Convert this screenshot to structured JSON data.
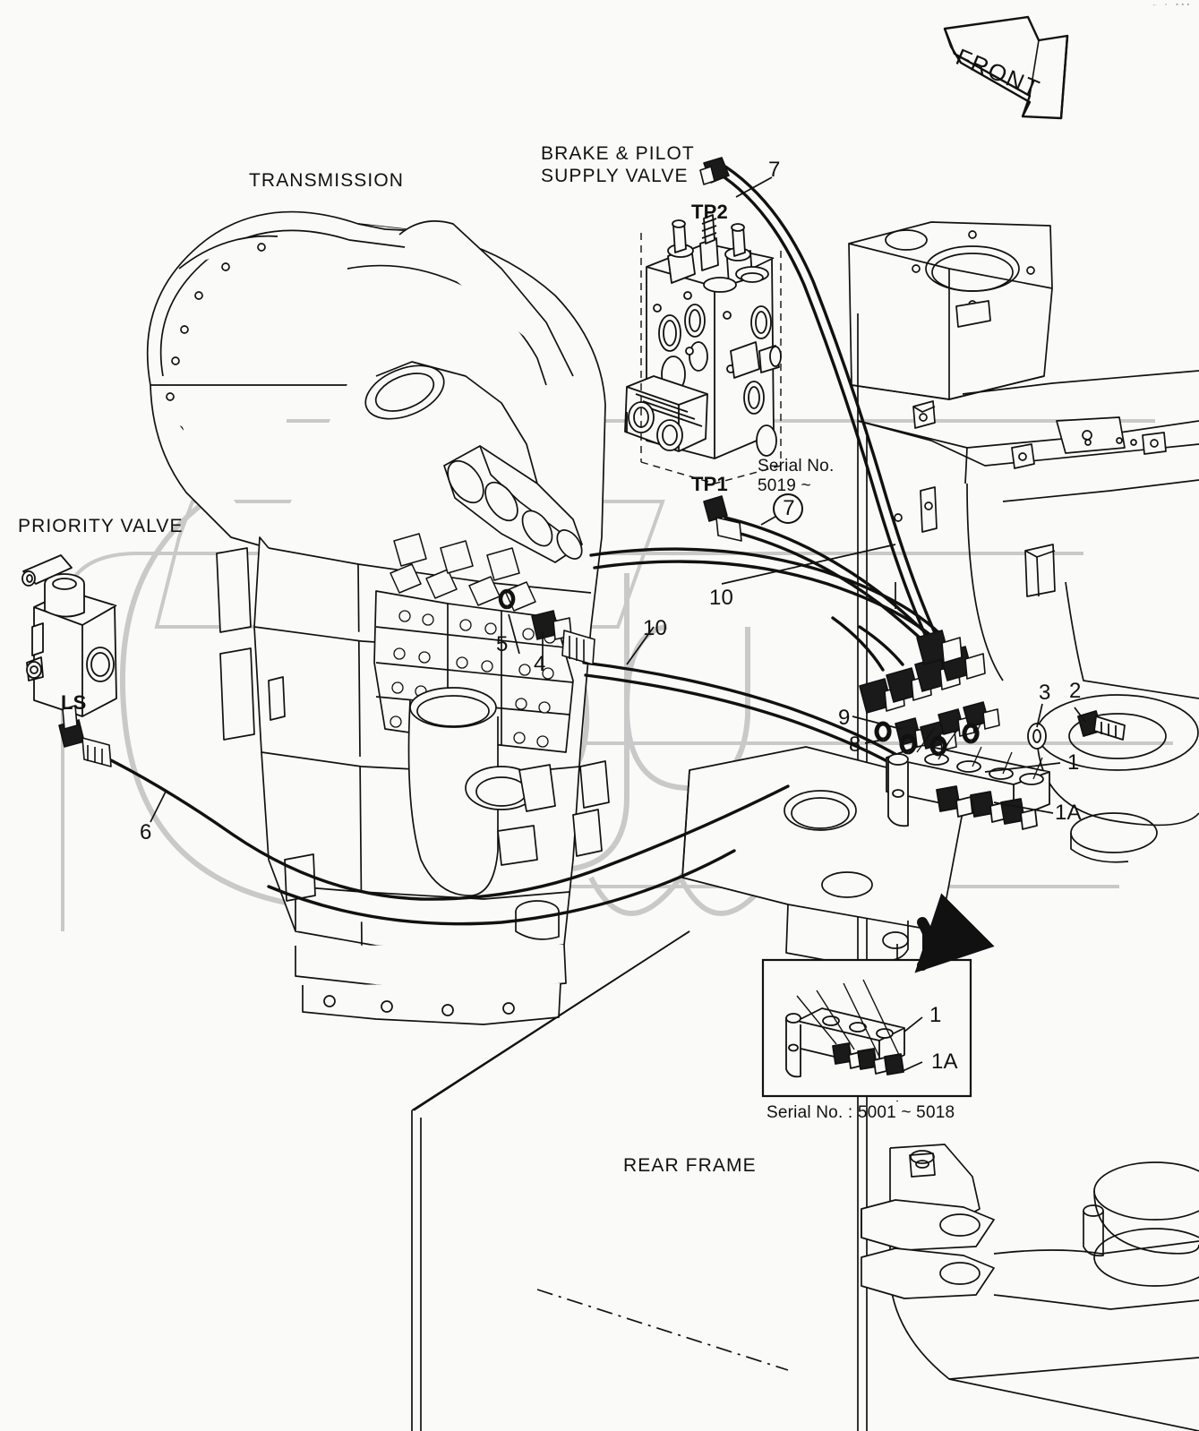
{
  "diagram": {
    "title_direction": "FRONT",
    "sections": [
      {
        "id": "transmission",
        "label": "TRANSMISSION"
      },
      {
        "id": "brake-pilot-supply-valve",
        "label": "BRAKE & PILOT\nSUPPLY VALVE"
      },
      {
        "id": "priority-valve",
        "label": "PRIORITY VALVE"
      },
      {
        "id": "rear-frame",
        "label": "REAR FRAME"
      }
    ],
    "port_labels": [
      {
        "id": "tp2",
        "label": "TP2"
      },
      {
        "id": "tp1",
        "label": "TP1"
      },
      {
        "id": "ls",
        "label": "LS"
      }
    ],
    "serial_notes": [
      {
        "id": "serial-upper",
        "label": "Serial No.\n5019 ~"
      },
      {
        "id": "serial-inset",
        "label": "Serial No. : 5001 ~ 5018"
      }
    ],
    "callouts": [
      {
        "id": "callout-7-top",
        "label": "7"
      },
      {
        "id": "callout-7-circle",
        "label": "7",
        "circled": true
      },
      {
        "id": "callout-10-upper",
        "label": "10"
      },
      {
        "id": "callout-10-lower",
        "label": "10"
      },
      {
        "id": "callout-5",
        "label": "5"
      },
      {
        "id": "callout-4",
        "label": "4"
      },
      {
        "id": "callout-6",
        "label": "6"
      },
      {
        "id": "callout-9",
        "label": "9"
      },
      {
        "id": "callout-8",
        "label": "8"
      },
      {
        "id": "callout-3",
        "label": "3"
      },
      {
        "id": "callout-2",
        "label": "2"
      },
      {
        "id": "callout-1",
        "label": "1"
      },
      {
        "id": "callout-1a",
        "label": "1A"
      },
      {
        "id": "callout-inset-1",
        "label": "1"
      },
      {
        "id": "callout-inset-1a",
        "label": "1A"
      }
    ],
    "colors": {
      "line": "#111111",
      "background": "#fafaf8",
      "watermark": "#c9c9c9",
      "hidden_line": "#333333"
    },
    "corner_marks": "← ▫ ▪▪▪"
  }
}
